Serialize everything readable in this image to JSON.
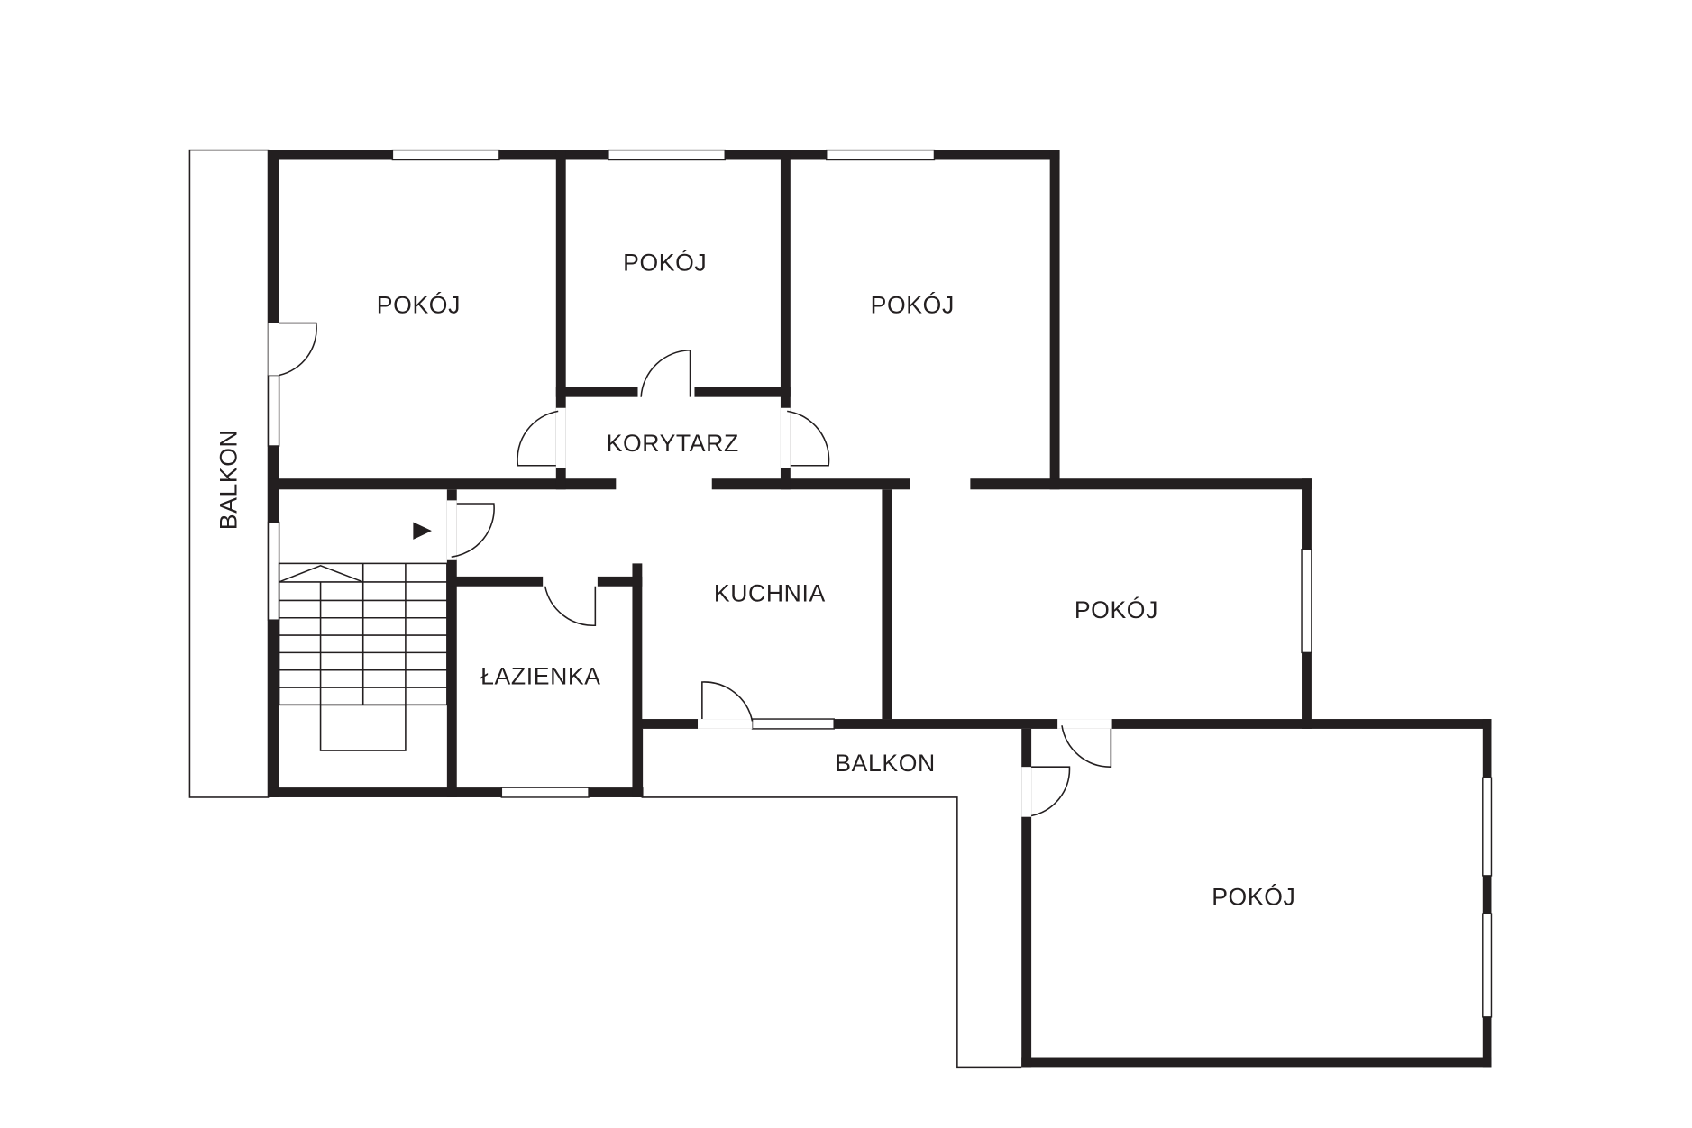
{
  "plan": {
    "rooms": [
      {
        "label": "POKÓJ"
      },
      {
        "label": "POKÓJ"
      },
      {
        "label": "POKÓJ"
      },
      {
        "label": "KORYTARZ"
      },
      {
        "label": "KUCHNIA"
      },
      {
        "label": "ŁAZIENKA"
      },
      {
        "label": "POKÓJ"
      },
      {
        "label": "POKÓJ"
      },
      {
        "label": "BALKON"
      },
      {
        "label": "BALKON"
      }
    ],
    "colors": {
      "wall": "#231f20",
      "background": "#ffffff"
    }
  }
}
